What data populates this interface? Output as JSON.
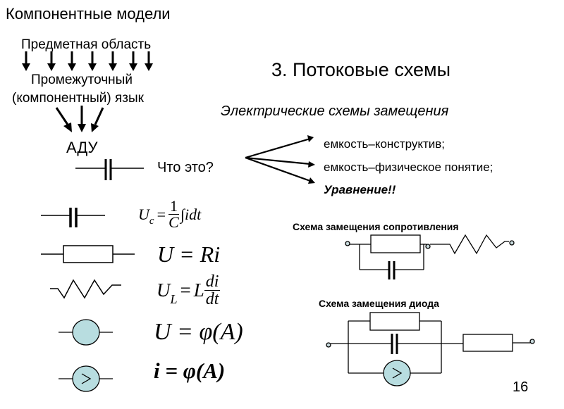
{
  "slide": {
    "title": "Компонентные модели",
    "section_title": "3. Потоковые схемы",
    "subtitle": "Электрические схемы замещения",
    "page_number": "16"
  },
  "hierarchy": {
    "level1": "Предметная область",
    "level2_line1": "Промежуточный",
    "level2_line2": "(компонентный) язык",
    "level3": "АДУ"
  },
  "question": {
    "text": "Что это?",
    "answers": [
      {
        "text": "емкость–конструктив;",
        "style": "normal"
      },
      {
        "text": "емкость–физическое понятие;",
        "style": "normal"
      },
      {
        "text": "Уравнение!!",
        "style": "bold-italic"
      }
    ]
  },
  "elements": [
    {
      "symbol": "capacitor-icon",
      "formula": {
        "lhs": "U",
        "lhs_sub": "c",
        "eq": "=",
        "frac_num": "1",
        "frac_den": "C",
        "rest": "∫idt"
      }
    },
    {
      "symbol": "resistor-icon",
      "formula": {
        "text": "U = Ri"
      }
    },
    {
      "symbol": "inductor-icon",
      "formula": {
        "lhs": "U",
        "lhs_sub": "L",
        "eq": "=",
        "coef": "L",
        "frac_num": "di",
        "frac_den": "dt"
      }
    },
    {
      "symbol": "voltage-source-icon",
      "formula": {
        "text": "U = φ(A)"
      }
    },
    {
      "symbol": "current-source-icon",
      "formula": {
        "text": "i = φ(A)"
      }
    }
  ],
  "circuits": {
    "resistance": {
      "title": "Схема замещения сопротивления"
    },
    "diode": {
      "title": "Схема замещения диода",
      "source_glyph": ">"
    }
  },
  "colors": {
    "source_fill": "#b8dde0",
    "terminal_fill": "#c8dadd"
  }
}
